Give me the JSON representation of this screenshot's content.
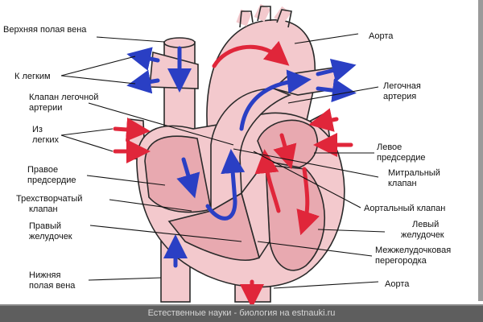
{
  "labels": {
    "superior_vena_cava": "Верхняя полая вена",
    "to_lungs": "К легким",
    "pulmonary_valve_1": "Клапан легочной",
    "pulmonary_valve_2": "артерии",
    "from_lungs_1": "Из",
    "from_lungs_2": "легких",
    "right_atrium_1": "Правое",
    "right_atrium_2": "предсердие",
    "tricuspid_1": "Трехстворчатый",
    "tricuspid_2": "клапан",
    "right_ventricle_1": "Правый",
    "right_ventricle_2": "желудочек",
    "inferior_vena_cava_1": "Нижняя",
    "inferior_vena_cava_2": "полая вена",
    "aorta_top": "Аорта",
    "pulmonary_artery_1": "Легочная",
    "pulmonary_artery_2": "артерия",
    "left_atrium_1": "Левое",
    "left_atrium_2": "предсердие",
    "mitral_1": "Митральный",
    "mitral_2": "клапан",
    "aortic_valve": "Аортальный клапан",
    "left_ventricle_1": "Левый",
    "left_ventricle_2": "желудочек",
    "septum_1": "Межжелудочковая",
    "septum_2": "перегородка",
    "aorta_bottom": "Аорта"
  },
  "footer": "Естественные науки - биология на estnauki.ru",
  "colors": {
    "tissue": "#f3c9cd",
    "tissue_dark": "#e8a9b0",
    "outline": "#2a2a2a",
    "oxygen_poor": "#2a3fc4",
    "oxygen_rich": "#e0263a"
  }
}
